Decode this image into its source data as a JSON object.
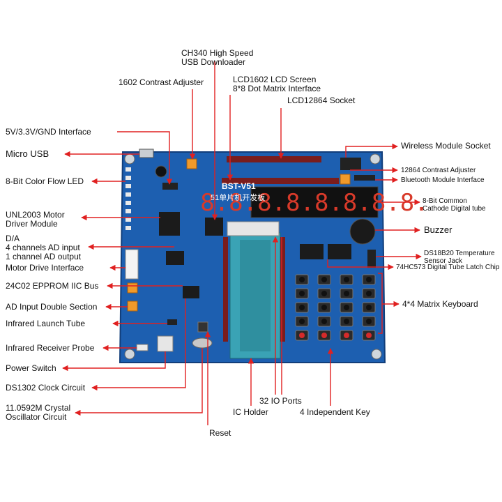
{
  "colors": {
    "line": "#e02020",
    "board": "#1d5fb0",
    "board_dark": "#123e7a",
    "socket": "#3aa3b5",
    "segment": "#d83a2a",
    "header": "#8a1d1d"
  },
  "labels": {
    "ch340": [
      "CH340 High Speed",
      "USB Downloader"
    ],
    "contrast_1602": [
      "1602 Contrast Adjuster"
    ],
    "lcd1602": [
      "LCD1602 LCD Screen",
      "8*8 Dot Matrix Interface"
    ],
    "lcd12864": [
      "LCD12864 Socket"
    ],
    "interface_5v": [
      "5V/3.3V/GND Interface"
    ],
    "micro_usb": [
      "Micro USB"
    ],
    "color_led": [
      "8-Bit Color Flow LED"
    ],
    "uln2003": [
      "UNL2003 Motor",
      "Driver Module"
    ],
    "da_ad": [
      "D/A",
      "4 channels AD input",
      "1 channel AD output"
    ],
    "motor_drive": [
      "Motor Drive Interface"
    ],
    "eeprom": [
      "24C02 EPPROM IIC Bus"
    ],
    "ad_input": [
      "AD Input Double Section"
    ],
    "ir_launch": [
      "Infrared Launch Tube"
    ],
    "ir_receiver": [
      "Infrared Receiver Probe"
    ],
    "power_switch": [
      "Power Switch"
    ],
    "ds1302": [
      "DS1302 Clock Circuit"
    ],
    "crystal": [
      "11.0592M Crystal",
      "Oscillator Circuit"
    ],
    "reset": [
      "Reset"
    ],
    "ic_holder": [
      "IC Holder"
    ],
    "io_ports": [
      "32 IO Ports"
    ],
    "independent_key": [
      "4 Independent Key"
    ],
    "wireless": [
      "Wireless Module Socket"
    ],
    "contrast_12864": [
      "12864 Contrast Adjuster"
    ],
    "bluetooth": [
      "Bluetooth Module Interface"
    ],
    "digital_tube": [
      "8-Bit Common",
      "Cathode Digital tube"
    ],
    "buzzer": [
      "Buzzer"
    ],
    "ds18b20": [
      "DS18B20 Temperature",
      "Sensor Jack"
    ],
    "latch_74hc573": [
      "74HC573 Digital Tube Latch Chip"
    ],
    "matrix_keyboard": [
      "4*4 Matrix Keyboard"
    ]
  },
  "board": {
    "model": "BST-V51",
    "title": "51单片机开发板",
    "digits": "8.8.8.8.8.8.8.8."
  }
}
